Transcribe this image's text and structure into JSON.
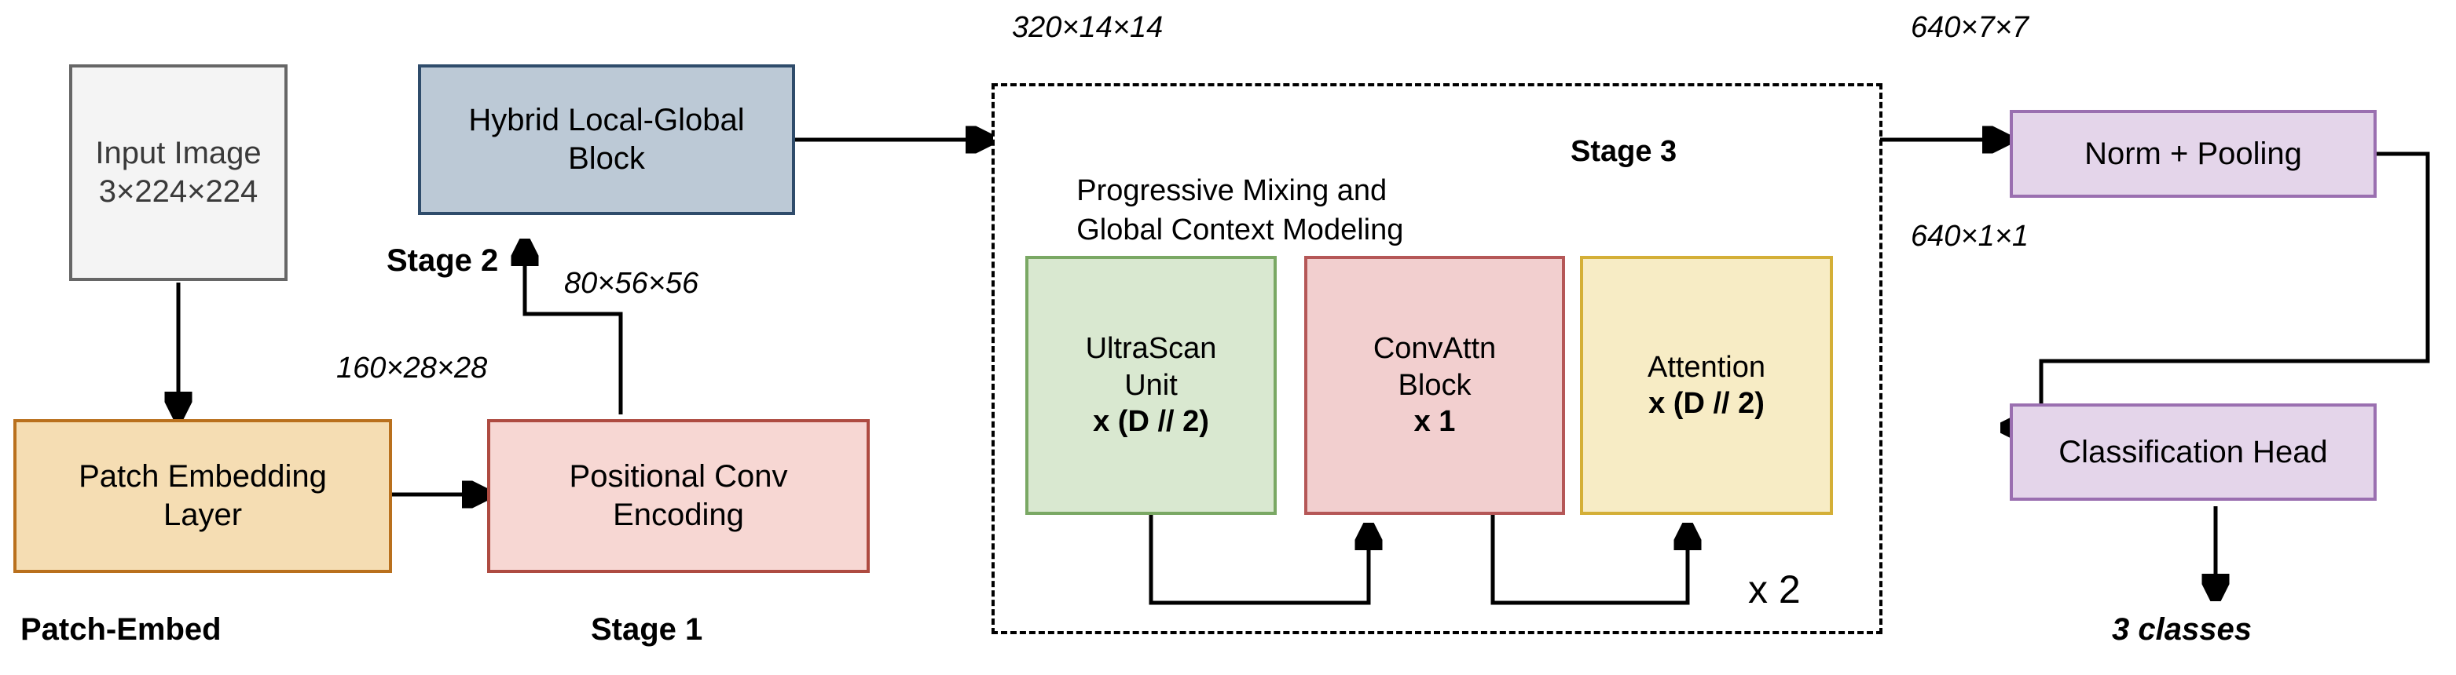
{
  "diagram": {
    "title_visible": false,
    "nodes": {
      "input_image": {
        "line1": "Input Image",
        "line2": "3×224×224"
      },
      "patch_embedding": {
        "line1": "Patch Embedding",
        "line2": "Layer"
      },
      "positional_conv": {
        "line1": "Positional Conv",
        "line2": "Encoding"
      },
      "hybrid_block": {
        "line1": "Hybrid Local-Global",
        "line2": "Block"
      },
      "ultrascan_unit": {
        "line1": "UltraScan",
        "line2": "Unit",
        "repeat": "x (D // 2)"
      },
      "convattn_block": {
        "line1": "ConvAttn",
        "line2": "Block",
        "repeat": "x 1"
      },
      "attention_block": {
        "line1": "Attention",
        "repeat": "x (D // 2)"
      },
      "norm_pooling": {
        "line1": "Norm + Pooling"
      },
      "classification_head": {
        "line1": "Classification Head"
      }
    },
    "group": {
      "caption_line1": "Progressive Mixing and",
      "caption_line2": "Global Context Modeling",
      "stage_label": "Stage 3",
      "repeat_label": "x 2"
    },
    "stage_labels": {
      "patch_embed": "Patch-Embed",
      "stage1": "Stage 1",
      "stage2": "Stage 2"
    },
    "tensor_labels": {
      "after_patch_embed": "160×28×28",
      "after_stage1": "80×56×56",
      "after_stage2": "320×14×14",
      "after_stage3": "640×7×7",
      "after_pooling": "640×1×1"
    },
    "output_label": "3 classes",
    "colors": {
      "input_fill": "#f4f4f4",
      "input_stroke": "#666666",
      "patch_fill": "#f5ddb3",
      "patch_stroke": "#b9701d",
      "positional_fill": "#f7d7d3",
      "positional_stroke": "#ae4b41",
      "hybrid_fill": "#bcc9d6",
      "hybrid_stroke": "#2f4c6b",
      "ultrascan_fill": "#d9e8d0",
      "ultrascan_stroke": "#7aa864",
      "convattn_fill": "#f2cfcf",
      "convattn_stroke": "#b55757",
      "attention_fill": "#f7ecc5",
      "attention_stroke": "#d4af37",
      "head_fill": "#e4d5ea",
      "head_stroke": "#9a6fb0",
      "wire": "#000000",
      "background": "#ffffff"
    }
  }
}
